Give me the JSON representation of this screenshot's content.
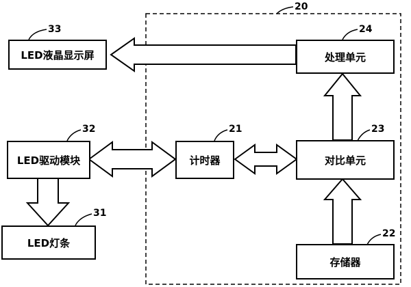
{
  "diagram": {
    "blocks": {
      "lcd": {
        "label": "LED液晶显示屏",
        "ref": "33"
      },
      "driver": {
        "label": "LED驱动模块",
        "ref": "32"
      },
      "strip": {
        "label": "LED灯条",
        "ref": "31"
      },
      "processing": {
        "label": "处理单元",
        "ref": "24"
      },
      "timer": {
        "label": "计时器",
        "ref": "21"
      },
      "compare": {
        "label": "对比单元",
        "ref": "23"
      },
      "storage": {
        "label": "存储器",
        "ref": "22"
      }
    },
    "group_ref": "20"
  }
}
